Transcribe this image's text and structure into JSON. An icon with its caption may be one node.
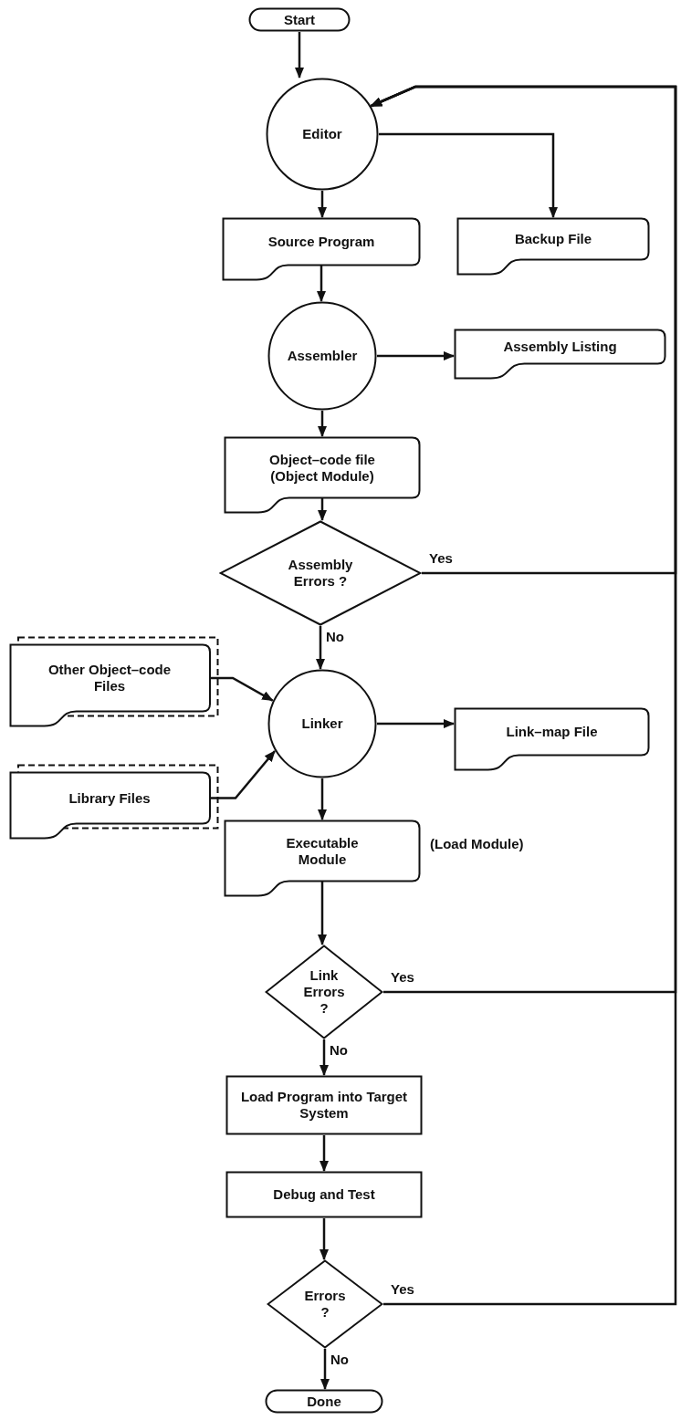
{
  "diagram": {
    "nodes": [
      {
        "text": [
          "Start"
        ]
      },
      {
        "text": [
          "Editor"
        ]
      },
      {
        "text": [
          "Source Program"
        ]
      },
      {
        "text": [
          "Backup File"
        ]
      },
      {
        "text": [
          "Assembler"
        ]
      },
      {
        "text": [
          "Assembly Listing"
        ]
      },
      {
        "text": [
          "Object–code file (Object Module)"
        ]
      },
      {
        "text": [
          "Assembly Errors ?"
        ]
      },
      {
        "text": [
          "Other Object–code Files"
        ]
      },
      {
        "text": [
          "Linker"
        ]
      },
      {
        "text": [
          "Link–map File"
        ]
      },
      {
        "text": [
          "Library Files"
        ]
      },
      {
        "text": [
          "Executable Module"
        ],
        "beside": [
          "(Load Module)"
        ]
      },
      {
        "text": [
          "Link Errors ?"
        ]
      },
      {
        "text": [
          "Load Program into Target System"
        ]
      },
      {
        "text": [
          "Debug and Test"
        ]
      },
      {
        "text": [
          "Errors ?"
        ]
      },
      {
        "text": [
          "Done"
        ]
      }
    ],
    "edges": [
      {
        "from": 0,
        "to": 1,
        "arrow": "to"
      },
      {
        "from": 1,
        "to": 2,
        "arrow": "to"
      },
      {
        "from": 1,
        "to": 3,
        "arrow": "to"
      },
      {
        "from": 2,
        "to": 4,
        "arrow": "to"
      },
      {
        "from": 4,
        "to": 5,
        "arrow": "to"
      },
      {
        "from": 4,
        "to": 6,
        "arrow": "to"
      },
      {
        "from": 6,
        "to": 7,
        "arrow": "to"
      },
      {
        "from": 7,
        "to": 9,
        "arrow": "to",
        "label": "No"
      },
      {
        "from": 7,
        "to": 1,
        "arrow": "to",
        "label": "Yes"
      },
      {
        "from": 8,
        "to": 9,
        "arrow": "to"
      },
      {
        "from": 11,
        "to": 9,
        "arrow": "to"
      },
      {
        "from": 9,
        "to": 10,
        "arrow": "to"
      },
      {
        "from": 9,
        "to": 12,
        "arrow": "to"
      },
      {
        "from": 12,
        "to": 13,
        "arrow": "to"
      },
      {
        "from": 13,
        "to": 1,
        "arrow": "to",
        "label": "Yes"
      },
      {
        "from": 13,
        "to": 14,
        "arrow": "to",
        "label": "No"
      },
      {
        "from": 14,
        "to": 15,
        "arrow": "to"
      },
      {
        "from": 15,
        "to": 16,
        "arrow": "to"
      },
      {
        "from": 16,
        "to": 1,
        "arrow": "to",
        "label": "Yes"
      },
      {
        "from": 16,
        "to": 17,
        "arrow": "to",
        "label": "No"
      }
    ]
  }
}
